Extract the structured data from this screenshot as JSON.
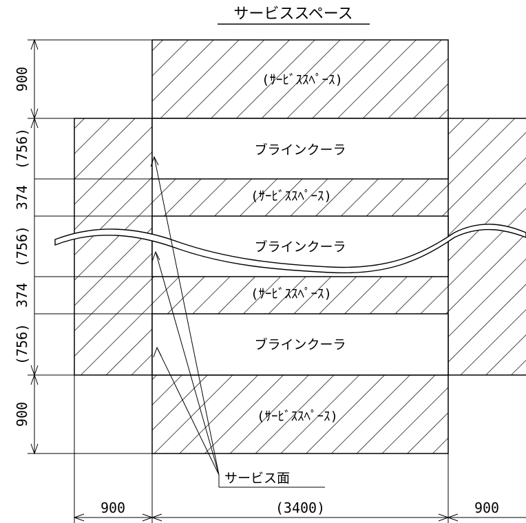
{
  "title": "サービススペース",
  "service_space_label": "(ｻｰﾋﾞｽｽﾍﾟｰｽ)",
  "unit_label": "ブラインクーラ",
  "service_face_label": "サービス面",
  "vertical_dimensions": [
    "900",
    "(756)",
    "374",
    "(756)",
    "374",
    "(756)",
    "900"
  ],
  "horizontal_dimensions": [
    "900",
    "(3400)",
    "900"
  ],
  "colors": {
    "line": "#000000",
    "background": "#ffffff"
  }
}
